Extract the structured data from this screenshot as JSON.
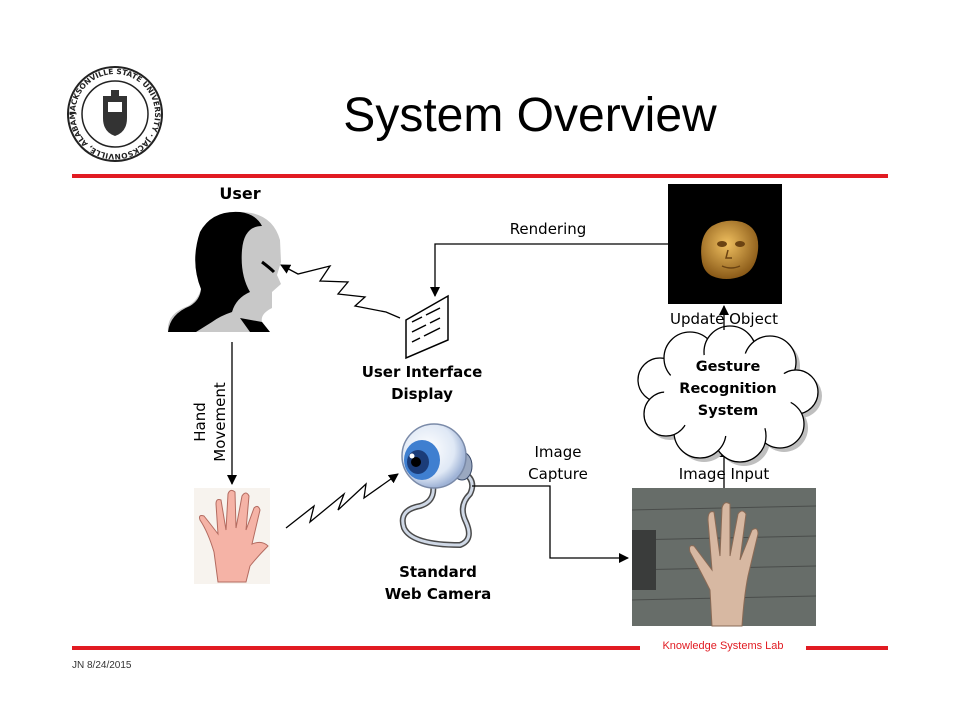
{
  "slide": {
    "title": "System Overview",
    "footer_lab": "Knowledge Systems Lab",
    "footer_date": "JN 8/24/2015"
  },
  "diagram": {
    "user_label": "User",
    "hand_movement_line1": "Hand",
    "hand_movement_line2": "Movement",
    "ui_display_line1": "User Interface",
    "ui_display_line2": "Display",
    "camera_line1": "Standard",
    "camera_line2": "Web Camera",
    "image_capture_line1": "Image",
    "image_capture_line2": "Capture",
    "rendering_label": "Rendering",
    "update_object_label": "Update Object",
    "gesture_line1": "Gesture",
    "gesture_line2": "Recognition",
    "gesture_line3": "System",
    "image_input_label": "Image Input",
    "seal_text": "JACKSONVILLE STATE UNIVERSITY · JACKSONVILLE, ALABAMA ·"
  },
  "colors": {
    "accent_red": "#e11b22",
    "head_gray": "#c8c8c8",
    "hand_pink": "#f5b3a6",
    "camera_blue": "#3f7fd0",
    "object_gold": "#c89a3a"
  }
}
